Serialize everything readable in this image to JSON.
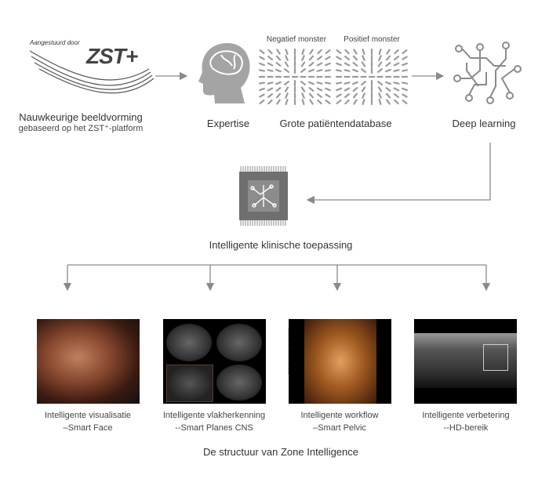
{
  "logo": {
    "tagline": "Aangestuurd door",
    "brand": "ZST+"
  },
  "stages": {
    "imaging": {
      "title": "Nauwkeurige beeldvorming",
      "subtitle": "gebaseerd op het ZST⁺-platform"
    },
    "expertise": {
      "title": "Expertise"
    },
    "database": {
      "title": "Grote patiëntendatabase",
      "negative": "Negatief monster",
      "positive": "Positief monster"
    },
    "deep_learning": {
      "title": "Deep learning"
    },
    "clinical": {
      "title": "Intelligente klinische toepassing"
    }
  },
  "applications": [
    {
      "line1": "Intelligente visualisatie",
      "line2": "–Smart Face"
    },
    {
      "line1": "Intelligente vlakherkenning",
      "line2": "--Smart Planes CNS"
    },
    {
      "line1": "Intelligente workflow",
      "line2": "–Smart Pelvic"
    },
    {
      "line1": "Intelligente verbetering",
      "line2": "--HD-bereik"
    }
  ],
  "footer": "De structuur van Zone Intelligence",
  "colors": {
    "arrow": "#8a8a8a",
    "icon": "#a0a0a0"
  }
}
